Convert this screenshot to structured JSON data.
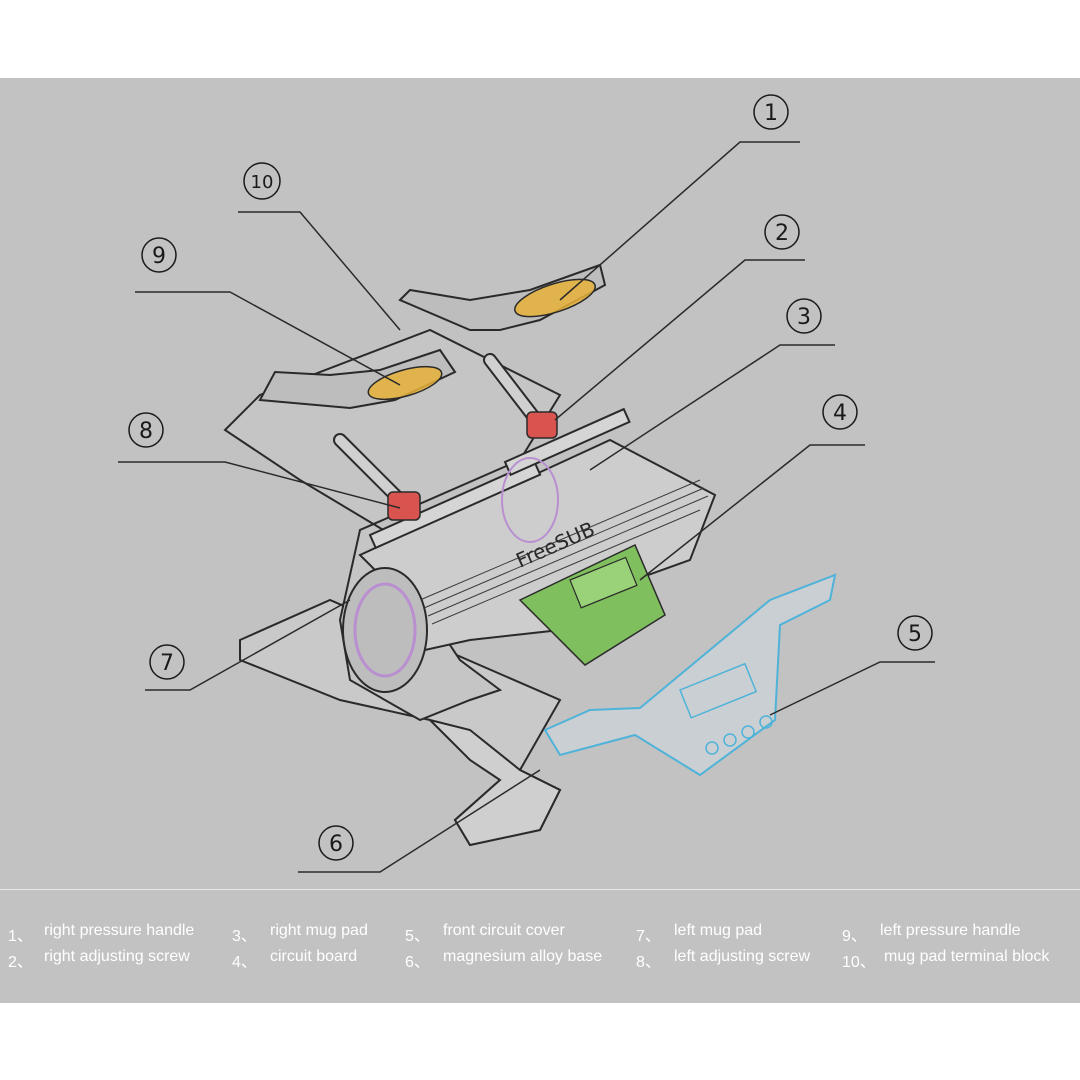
{
  "callouts": [
    "1",
    "2",
    "3",
    "4",
    "5",
    "6",
    "7",
    "8",
    "9",
    "10"
  ],
  "brand": "FreeSUB",
  "legend": [
    {
      "num": "1、",
      "text": "right pressure handle"
    },
    {
      "num": "2、",
      "text": "right adjusting screw"
    },
    {
      "num": "3、",
      "text": "right mug pad"
    },
    {
      "num": "4、",
      "text": "circuit board"
    },
    {
      "num": "5、",
      "text": "front circuit cover"
    },
    {
      "num": "6、",
      "text": "magnesium alloy base"
    },
    {
      "num": "7、",
      "text": "left mug pad"
    },
    {
      "num": "8、",
      "text": "left adjusting screw"
    },
    {
      "num": "9、",
      "text": "left pressure handle"
    },
    {
      "num": "10、",
      "text": "mug pad terminal block"
    }
  ],
  "colors": {
    "background": "#c2c2c2",
    "line": "#2a2a2a",
    "handle_highlight": "#e8b23a",
    "screw_highlight": "#d9534f",
    "board": "#7fbf5e",
    "cover_outline": "#4fb3d9",
    "mug_pad": "#b98fd0",
    "legend_text": "#ffffff"
  }
}
